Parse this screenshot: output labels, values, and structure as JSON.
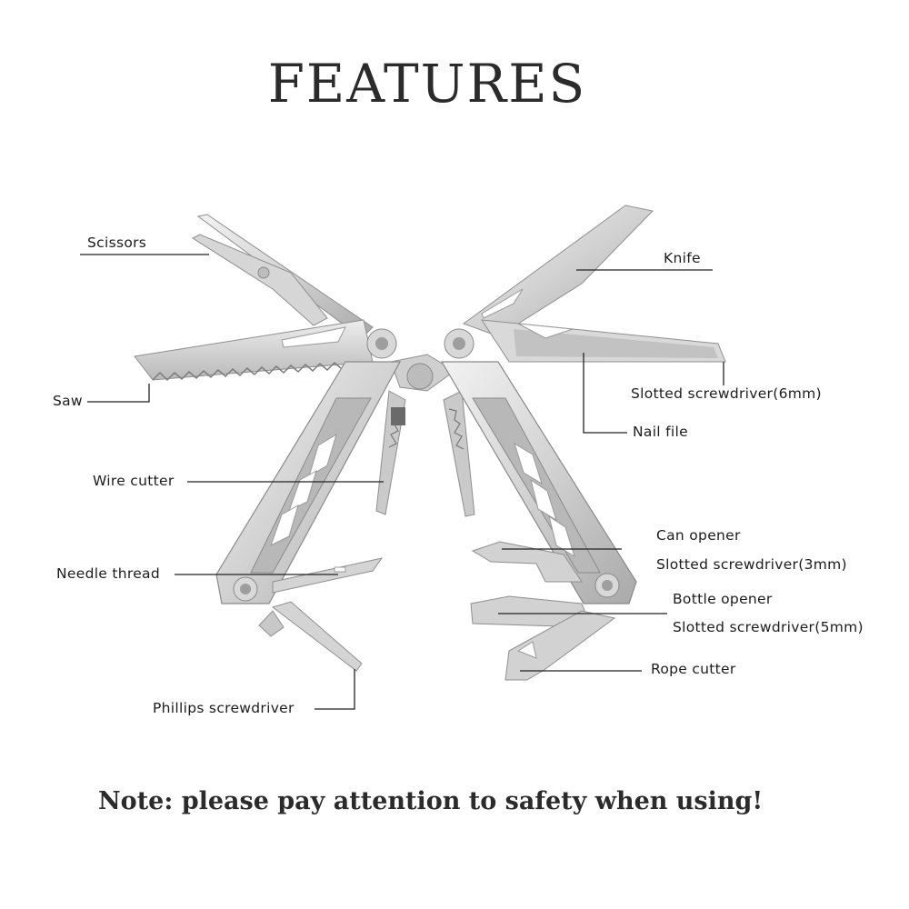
{
  "title": "FEATURES",
  "note": "Note: please pay attention to safety when using!",
  "labels": {
    "scissors": "Scissors",
    "saw": "Saw",
    "wire_cutter": "Wire cutter",
    "needle_thread": "Needle thread",
    "phillips_screwdriver": "Phillips screwdriver",
    "knife": "Knife",
    "slotted_6mm": "Slotted screwdriver(6mm)",
    "nail_file": "Nail file",
    "can_opener": "Can opener",
    "slotted_3mm": "Slotted screwdriver(3mm)",
    "bottle_opener": "Bottle opener",
    "slotted_5mm": "Slotted screwdriver(5mm)",
    "rope_cutter": "Rope cutter"
  },
  "colors": {
    "steel_light": "#e6e6e6",
    "steel_mid": "#c4c4c4",
    "steel_dark": "#8f8f8f",
    "text": "#2b2b2b",
    "line": "#222222"
  }
}
